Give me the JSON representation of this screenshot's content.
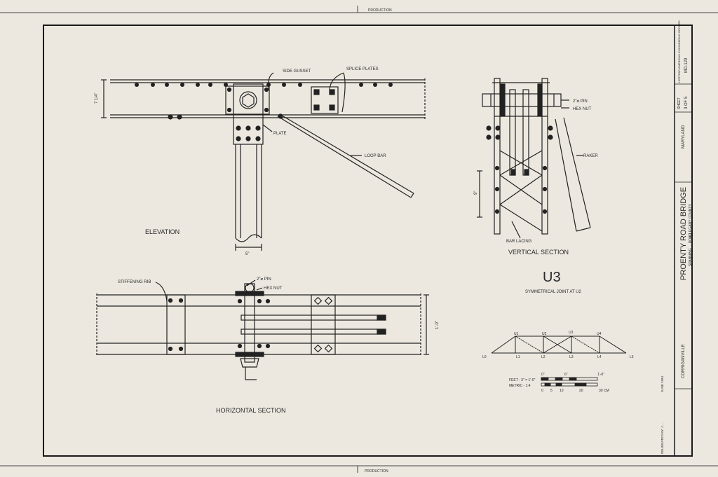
{
  "drawing": {
    "top_mark": "PRODUCTION",
    "bottom_mark": "PRODUCTION"
  },
  "elevation": {
    "title": "ELEVATION",
    "labels": {
      "side_gusset": "SIDE GUSSET",
      "splice_plates": "SPLICE PLATES",
      "plate": "PLATE",
      "loop_bar": "LOOP BAR"
    },
    "dims": {
      "height": "7 1/4\"",
      "width": "5\""
    }
  },
  "vertical_section": {
    "title": "VERTICAL SECTION",
    "labels": {
      "pin": "2\"⌀ PIN",
      "hex_nut": "HEX NUT",
      "raker": "RAKER",
      "bar_lacing": "BAR LACING"
    },
    "dims": {
      "depth": "9\""
    }
  },
  "horizontal_section": {
    "title": "HORIZONTAL SECTION",
    "labels": {
      "stiffening_rib": "STIFFENING RIB",
      "pin": "2\"⌀ PIN",
      "hex_nut": "HEX NUT"
    },
    "dims": {
      "width": "1'-0\""
    }
  },
  "joint": {
    "title": "U3",
    "subtitle": "SYMMETRICAL JOINT AT U2"
  },
  "truss_key": {
    "top_nodes": [
      "U1",
      "U2",
      "U3",
      "U4"
    ],
    "bottom_nodes": [
      "L0",
      "L1",
      "L2",
      "L3",
      "L4",
      "L5"
    ]
  },
  "scale": {
    "feet_label": "FEET - 3\" = 1'-0\"",
    "metric_label": "METRIC - 1:4",
    "feet_ticks": [
      "0\"",
      "6\"",
      "1'-0\""
    ],
    "metric_ticks": [
      "0",
      "5",
      "10",
      "20",
      "30 CM"
    ]
  },
  "title_block": {
    "title": "PROENTY ROAD BRIDGE",
    "location1": "SPANNING ... ROAD",
    "location2": "ALLEGANY COUNTY",
    "sheet_label": "SHEET",
    "sheet": "3 OF 5",
    "state": "MARYLAND",
    "survey": "HISTORIC AMERICAN ENGINEERING RECORD",
    "record_no": "MD-129",
    "town": "CORRIGANVILLE",
    "delineated": "DELINEATED BY: J. ...",
    "date": "JUNE 1994"
  }
}
